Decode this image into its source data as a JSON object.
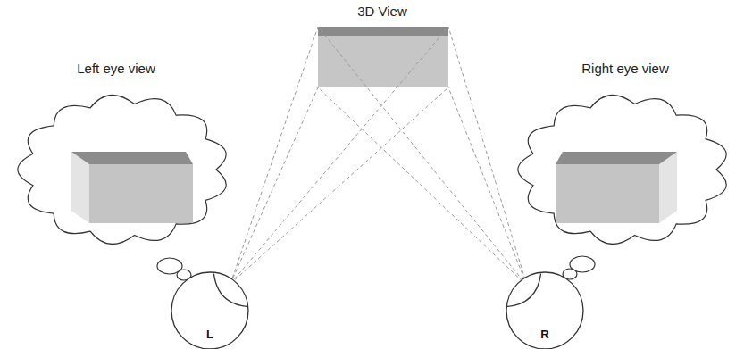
{
  "diagram": {
    "nodes": [
      {
        "text": [
          "L"
        ]
      },
      {
        "text": [
          "R"
        ]
      }
    ],
    "labels": [
      "3D View",
      "Left eye view",
      "Right eye view"
    ]
  }
}
